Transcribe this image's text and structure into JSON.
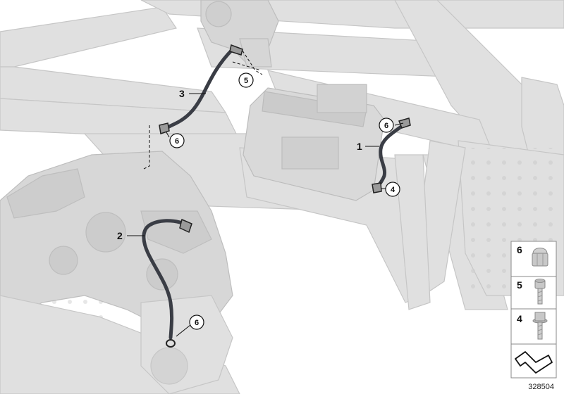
{
  "callouts": {
    "c1": "1",
    "c2": "2",
    "c3": "3",
    "c4": "4",
    "c5": "5",
    "c6a": "6",
    "c6b": "6",
    "c6c": "6"
  },
  "legend": {
    "item6": "6",
    "item5": "5",
    "item4": "4"
  },
  "reference_number": "328504",
  "icons": {
    "cap_nut": "acorn-nut-icon",
    "socket_screw": "socket-head-screw-icon",
    "flange_bolt": "hex-flange-bolt-icon",
    "direction": "direction-arrow-icon"
  },
  "colors": {
    "frame_fill": "#dedede",
    "frame_edge": "#c4c4c4",
    "cable": "#3a3d45",
    "line": "#111111"
  }
}
